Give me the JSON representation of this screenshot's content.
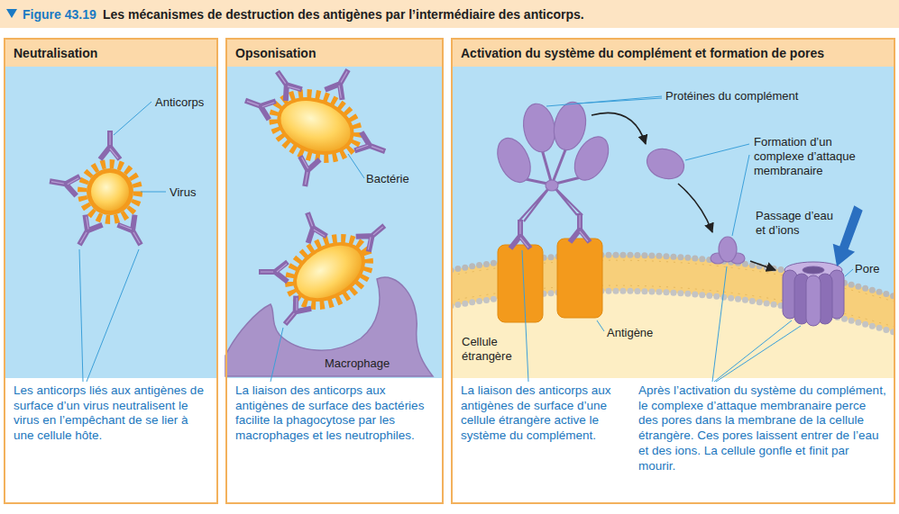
{
  "diagram": {
    "title": "Les mécanismes de destruction des antigènes par l’intermédiaire des anticorps.",
    "nodes": [
      {
        "text": [
          "Neutralisation",
          "Les anticorps liés aux antigènes de surface d’un virus neutralisent le virus en l’empêchant de se lier à une cellule hôte."
        ]
      },
      {
        "text": [
          "Opsonisation",
          "La liaison des anticorps aux antigènes de surface des bactéries facilite la phagocytose par les macrophages et les neutrophiles."
        ]
      },
      {
        "text": [
          "Activation du système du complément et formation de pores",
          "La liaison des anticorps aux antigènes de surface d’une cellule étrangère active le système du complément.",
          "Après l’activation du système du complément, le complexe d’attaque membranaire perce des pores dans la membrane de la cellule étrangère. Ces pores laissent entrer de l’eau et des ions. La cellule gonfle et finit par mourir."
        ]
      }
    ],
    "labels": [
      "Figure 43.19",
      "Anticorps",
      "Virus",
      "Bactérie",
      "Macrophage",
      "Protéines du complément",
      "Formation d’un complexe d’attaque membranaire",
      "Passage d’eau et d’ions",
      "Pore",
      "Cellule étrangère",
      "Antigène"
    ]
  }
}
